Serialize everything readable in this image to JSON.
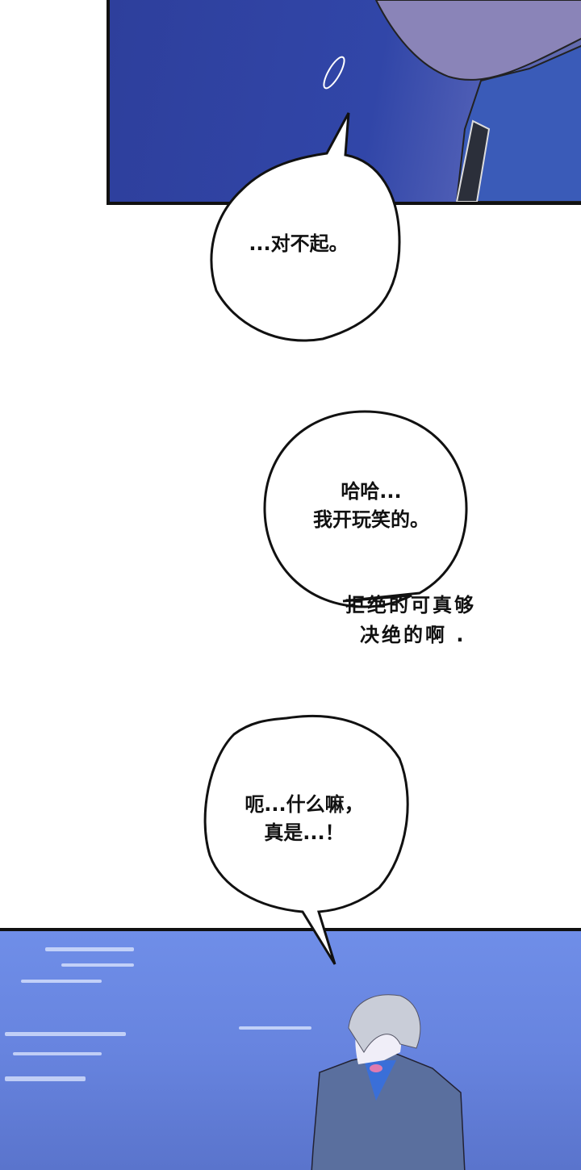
{
  "bubbles": {
    "b1": "...对不起。",
    "b2_line1": "哈哈...",
    "b2_line2": "我开玩笑的。",
    "b3_line1": "呃...什么嘛，",
    "b3_line2": "真是...！"
  },
  "narration": {
    "line1": "拒绝的可真够",
    "line2": "决绝的啊 ."
  },
  "colors": {
    "top_panel": "#3146a8",
    "bottom_panel": "#6f8ee8"
  }
}
